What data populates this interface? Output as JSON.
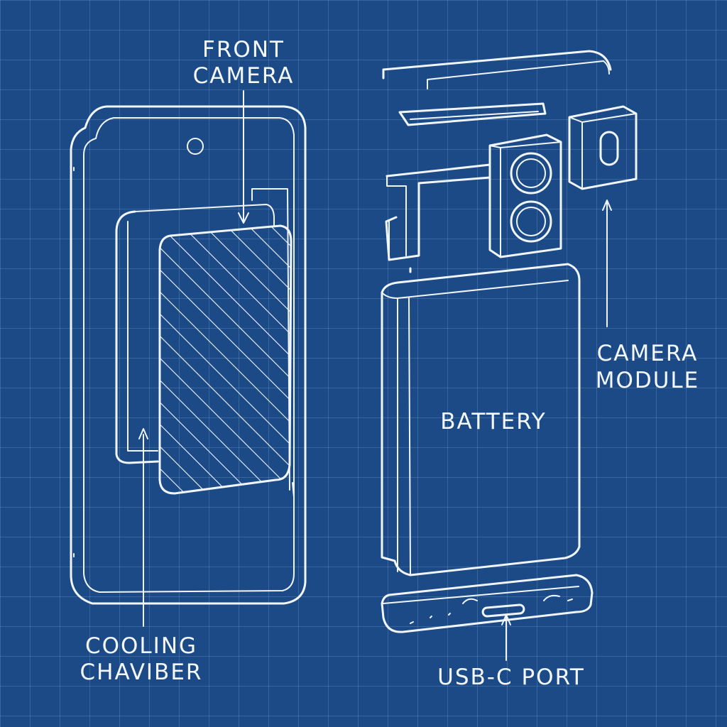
{
  "labels": {
    "front_camera": [
      "FRONT",
      "CAMERA"
    ],
    "cooling_chamber": [
      "COOLING",
      "CHAVIBER"
    ],
    "battery": "BATTERY",
    "camera_module": [
      "CAMERA",
      "MODULE"
    ],
    "usb_c_port": "USB-C PORT"
  },
  "colors": {
    "background": "#1b4a86",
    "grid": "#a0c3eb",
    "line": "#f1f6fc"
  }
}
